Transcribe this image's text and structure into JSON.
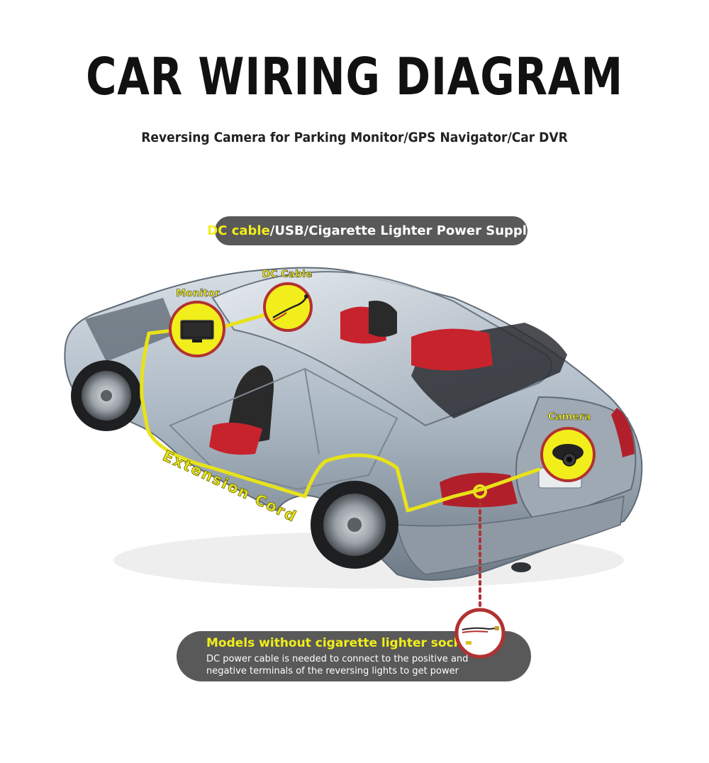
{
  "header": {
    "title": "CAR WIRING DIAGRAM",
    "subtitle": "Reversing Camera for Parking Monitor/GPS Navigator/Car DVR"
  },
  "power_pill": {
    "highlight": "DC cable",
    "rest": "/USB/Cigarette Lighter Power Supply"
  },
  "labels": {
    "monitor": "Monitor",
    "dc_cable": "DC Cable",
    "camera": "Camera",
    "extension_cord": "Extension Cord"
  },
  "note": {
    "title": "Models without cigarette lighter socket",
    "description": "DC power cable is needed to connect to the positive and negative terminals of the reversing lights to get power"
  },
  "colors": {
    "accent_yellow": "#f2ee1c",
    "pill_gray": "#595959",
    "callout_red": "#b23131",
    "car_silver": "#aebbc6"
  }
}
